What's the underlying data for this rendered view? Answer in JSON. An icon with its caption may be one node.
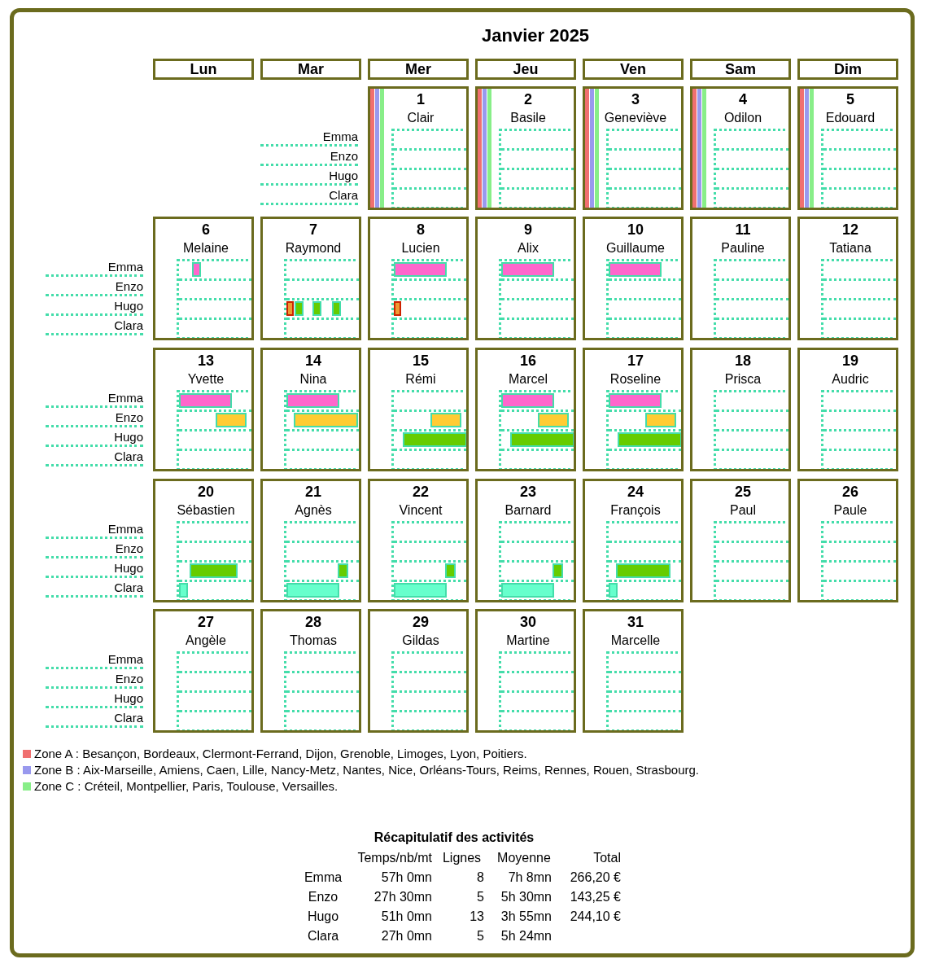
{
  "diagram": {
    "title": "Janvier 2025",
    "nodes": [
      {
        "text": [
          "1",
          "Clair"
        ]
      },
      {
        "text": [
          "2",
          "Basile"
        ]
      },
      {
        "text": [
          "3",
          "Geneviève"
        ]
      },
      {
        "text": [
          "4",
          "Odilon"
        ]
      },
      {
        "text": [
          "5",
          "Edouard"
        ]
      },
      {
        "text": [
          "6",
          "Melaine"
        ]
      },
      {
        "text": [
          "7",
          "Raymond"
        ]
      },
      {
        "text": [
          "8",
          "Lucien"
        ]
      },
      {
        "text": [
          "9",
          "Alix"
        ]
      },
      {
        "text": [
          "10",
          "Guillaume"
        ]
      },
      {
        "text": [
          "11",
          "Pauline"
        ]
      },
      {
        "text": [
          "12",
          "Tatiana"
        ]
      },
      {
        "text": [
          "13",
          "Yvette"
        ]
      },
      {
        "text": [
          "14",
          "Nina"
        ]
      },
      {
        "text": [
          "15",
          "Rémi"
        ]
      },
      {
        "text": [
          "16",
          "Marcel"
        ]
      },
      {
        "text": [
          "17",
          "Roseline"
        ]
      },
      {
        "text": [
          "18",
          "Prisca"
        ]
      },
      {
        "text": [
          "19",
          "Audric"
        ]
      },
      {
        "text": [
          "20",
          "Sébastien"
        ]
      },
      {
        "text": [
          "21",
          "Agnès"
        ]
      },
      {
        "text": [
          "22",
          "Vincent"
        ]
      },
      {
        "text": [
          "23",
          "Barnard"
        ]
      },
      {
        "text": [
          "24",
          "François"
        ]
      },
      {
        "text": [
          "25",
          "Paul"
        ]
      },
      {
        "text": [
          "26",
          "Paule"
        ]
      },
      {
        "text": [
          "27",
          "Angèle"
        ]
      },
      {
        "text": [
          "28",
          "Thomas"
        ]
      },
      {
        "text": [
          "29",
          "Gildas"
        ]
      },
      {
        "text": [
          "30",
          "Martine"
        ]
      },
      {
        "text": [
          "31",
          "Marcelle"
        ]
      }
    ],
    "labels": [
      "Lun",
      "Mar",
      "Mer",
      "Jeu",
      "Ven",
      "Sam",
      "Dim",
      "Emma",
      "Enzo",
      "Hugo",
      "Clara",
      "Emma",
      "Enzo",
      "Hugo",
      "Clara",
      "Emma",
      "Enzo",
      "Hugo",
      "Clara",
      "Emma",
      "Enzo",
      "Hugo",
      "Clara",
      "Emma",
      "Enzo",
      "Hugo",
      "Clara",
      "Récapitulatif des activités",
      "Temps/nb/mt",
      "Lignes",
      "Moyenne",
      "Total",
      "Emma",
      "57h 0mn",
      "8",
      "7h 8mn",
      "266,20 €",
      "Enzo",
      "27h 30mn",
      "5",
      "5h 30mn",
      "143,25 €",
      "Hugo",
      "51h 0mn",
      "13",
      "3h 55mn",
      "244,10 €",
      "Clara",
      "27h 0mn",
      "5",
      "5h 24mn"
    ],
    "legend": [
      {
        "text": "Zone A : Besançon, Bordeaux, Clermont-Ferrand, Dijon, Grenoble, Limoges, Lyon, Poitiers.",
        "color": "#f07070"
      },
      {
        "text": "Zone B : Aix-Marseille, Amiens, Caen, Lille, Nancy-Metz, Nantes, Nice, Orléans-Tours, Reims, Rennes, Rouen, Strasbourg.",
        "color": "#9999ee"
      },
      {
        "text": "Zone C : Créteil, Montpellier, Paris, Toulouse, Versailles.",
        "color": "#88ee88"
      }
    ]
  }
}
